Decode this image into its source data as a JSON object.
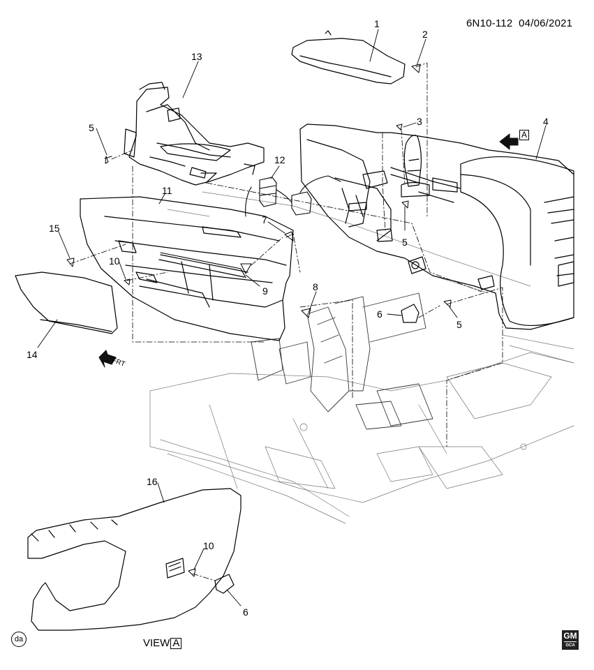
{
  "doc_id": "6N10-112",
  "doc_date": "04/06/2021",
  "view_caption": "VIEW",
  "view_letter": "A",
  "view_ref_letter": "A",
  "corner_mark": "da",
  "logo": {
    "top": "GM",
    "bottom": "GCA"
  },
  "front_indicator": "FRT",
  "callouts": [
    {
      "id": "c1",
      "text": "1"
    },
    {
      "id": "c2",
      "text": "2"
    },
    {
      "id": "c3",
      "text": "3"
    },
    {
      "id": "c4",
      "text": "4"
    },
    {
      "id": "c5a",
      "text": "5"
    },
    {
      "id": "c5b",
      "text": "5"
    },
    {
      "id": "c5c",
      "text": "5"
    },
    {
      "id": "c6a",
      "text": "6"
    },
    {
      "id": "c6b",
      "text": "6"
    },
    {
      "id": "c7",
      "text": "7"
    },
    {
      "id": "c8",
      "text": "8"
    },
    {
      "id": "c9",
      "text": "9"
    },
    {
      "id": "c10a",
      "text": "10"
    },
    {
      "id": "c10b",
      "text": "10"
    },
    {
      "id": "c11",
      "text": "11"
    },
    {
      "id": "c12",
      "text": "12"
    },
    {
      "id": "c13",
      "text": "13"
    },
    {
      "id": "c14",
      "text": "14"
    },
    {
      "id": "c15",
      "text": "15"
    },
    {
      "id": "c16",
      "text": "16"
    }
  ]
}
